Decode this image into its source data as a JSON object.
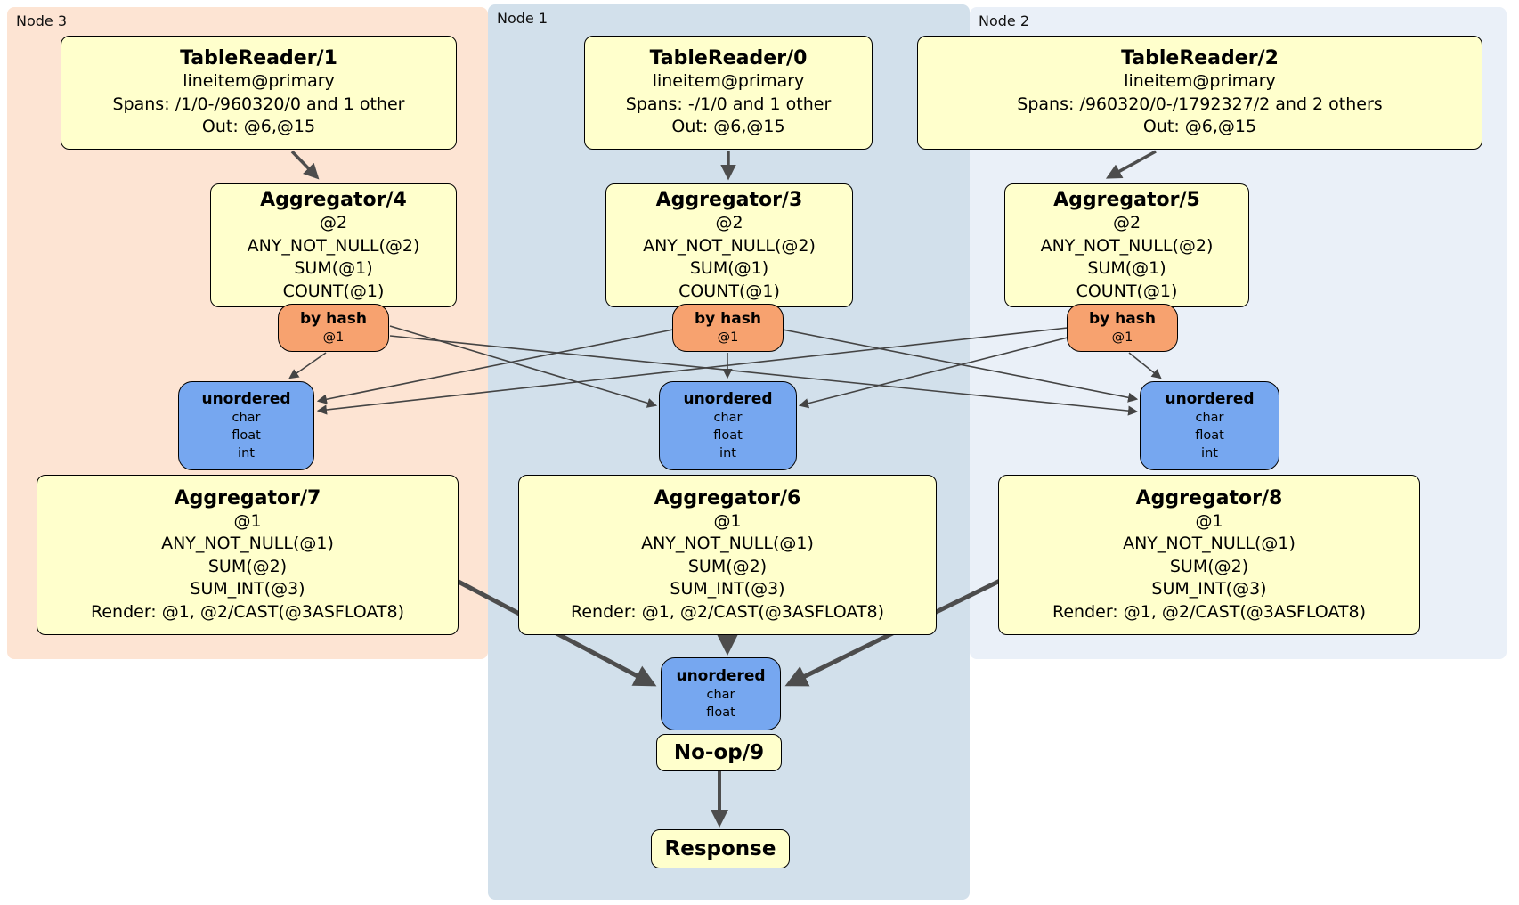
{
  "panels": {
    "node3": {
      "label": "Node 3",
      "bg": "#fde4d3"
    },
    "node1": {
      "label": "Node 1",
      "bg": "#d2e0eb"
    },
    "node2": {
      "label": "Node 2",
      "bg": "#eaf0f8"
    }
  },
  "colors": {
    "processor_box": "#ffffcc",
    "hash_router_box": "#f7a26f",
    "sync_box": "#76a7f0",
    "edge_thin": "#444444",
    "edge_thick": "#4d4d4d",
    "border": "#000000"
  },
  "processors": {
    "tr1": {
      "title": "TableReader/1",
      "lines": [
        "lineitem@primary",
        "Spans: /1/0-/960320/0 and 1 other",
        "Out: @6,@15"
      ]
    },
    "tr0": {
      "title": "TableReader/0",
      "lines": [
        "lineitem@primary",
        "Spans: -/1/0 and 1 other",
        "Out: @6,@15"
      ]
    },
    "tr2": {
      "title": "TableReader/2",
      "lines": [
        "lineitem@primary",
        "Spans: /960320/0-/1792327/2 and 2 others",
        "Out: @6,@15"
      ]
    },
    "agg4": {
      "title": "Aggregator/4",
      "lines": [
        "@2",
        "ANY_NOT_NULL(@2)",
        "SUM(@1)",
        "COUNT(@1)"
      ]
    },
    "agg3": {
      "title": "Aggregator/3",
      "lines": [
        "@2",
        "ANY_NOT_NULL(@2)",
        "SUM(@1)",
        "COUNT(@1)"
      ]
    },
    "agg5": {
      "title": "Aggregator/5",
      "lines": [
        "@2",
        "ANY_NOT_NULL(@2)",
        "SUM(@1)",
        "COUNT(@1)"
      ]
    },
    "agg7": {
      "title": "Aggregator/7",
      "lines": [
        "@1",
        "ANY_NOT_NULL(@1)",
        "SUM(@2)",
        "SUM_INT(@3)",
        "Render: @1, @2/CAST(@3ASFLOAT8)"
      ]
    },
    "agg6": {
      "title": "Aggregator/6",
      "lines": [
        "@1",
        "ANY_NOT_NULL(@1)",
        "SUM(@2)",
        "SUM_INT(@3)",
        "Render: @1, @2/CAST(@3ASFLOAT8)"
      ]
    },
    "agg8": {
      "title": "Aggregator/8",
      "lines": [
        "@1",
        "ANY_NOT_NULL(@1)",
        "SUM(@2)",
        "SUM_INT(@3)",
        "Render: @1, @2/CAST(@3ASFLOAT8)"
      ]
    },
    "noop": {
      "title": "No-op/9"
    },
    "response": {
      "title": "Response"
    }
  },
  "routers": {
    "hash3": {
      "title": "by hash",
      "lines": [
        "@1"
      ]
    },
    "hash1": {
      "title": "by hash",
      "lines": [
        "@1"
      ]
    },
    "hash2": {
      "title": "by hash",
      "lines": [
        "@1"
      ]
    },
    "sync3": {
      "title": "unordered",
      "lines": [
        "char",
        "float",
        "int"
      ]
    },
    "sync1": {
      "title": "unordered",
      "lines": [
        "char",
        "float",
        "int"
      ]
    },
    "sync2": {
      "title": "unordered",
      "lines": [
        "char",
        "float",
        "int"
      ]
    },
    "syncFinal": {
      "title": "unordered",
      "lines": [
        "char",
        "float"
      ]
    }
  }
}
